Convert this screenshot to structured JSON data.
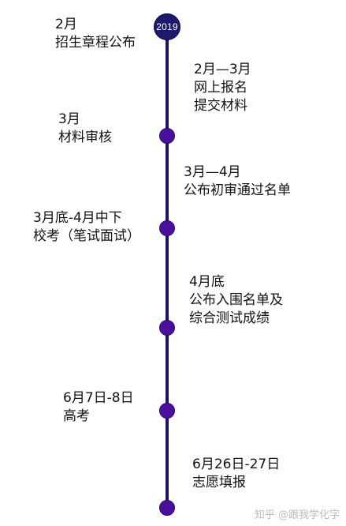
{
  "timeline": {
    "year": "2019",
    "events": [
      {
        "date": "2月",
        "lines": [
          "招生章程公布"
        ],
        "side": "left"
      },
      {
        "date": "2月—3月",
        "lines": [
          "网上报名",
          "提交材料"
        ],
        "side": "right"
      },
      {
        "date": "3月",
        "lines": [
          "材料审核"
        ],
        "side": "left"
      },
      {
        "date": "3月—4月",
        "lines": [
          "公布初审通过名单"
        ],
        "side": "right"
      },
      {
        "date": "3月底-4月中下",
        "lines": [
          "校考（笔试面试）"
        ],
        "side": "left"
      },
      {
        "date": "4月底",
        "lines": [
          "公布入围名单及",
          "综合测试成绩"
        ],
        "side": "right"
      },
      {
        "date": "6月7日-8日",
        "lines": [
          "高考"
        ],
        "side": "left"
      },
      {
        "date": "6月26日-27日",
        "lines": [
          "志愿填报"
        ],
        "side": "right"
      }
    ]
  },
  "colors": {
    "line": "#1b1464",
    "year_circle": "#1d1a6b",
    "dot": "#4b0fa0"
  },
  "watermark": "知乎 @跟我学化字"
}
